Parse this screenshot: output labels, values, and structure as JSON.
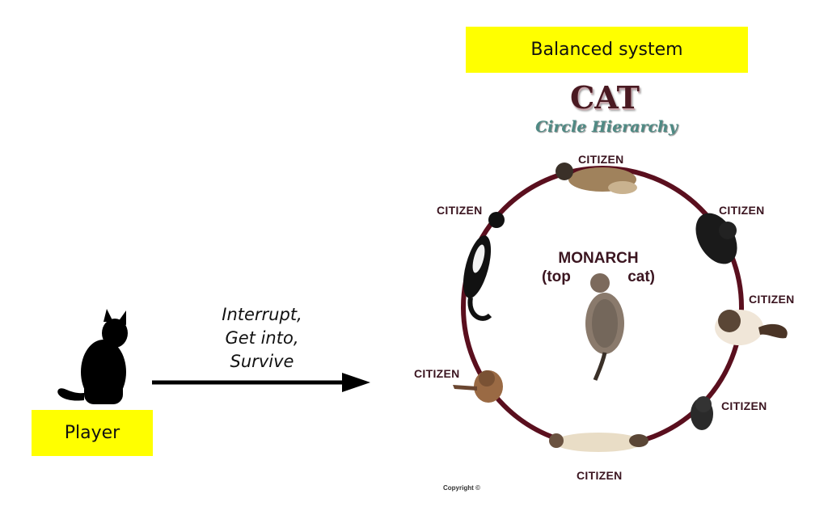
{
  "balanced_label": "Balanced system",
  "player_label": "Player",
  "action_lines": [
    "Interrupt,",
    "Get into,",
    "Survive"
  ],
  "hierarchy": {
    "title": "CAT",
    "subtitle": "Circle Hierarchy",
    "monarch_line1": "MONARCH",
    "monarch_open": "(top",
    "monarch_close": "cat)",
    "citizen_label": "CITIZEN",
    "copyright": "Copyright ©"
  },
  "colors": {
    "highlight": "#ffff00",
    "ring": "#5a0f1e",
    "title": "#4a1a22",
    "subtitle": "#4f8a84"
  }
}
